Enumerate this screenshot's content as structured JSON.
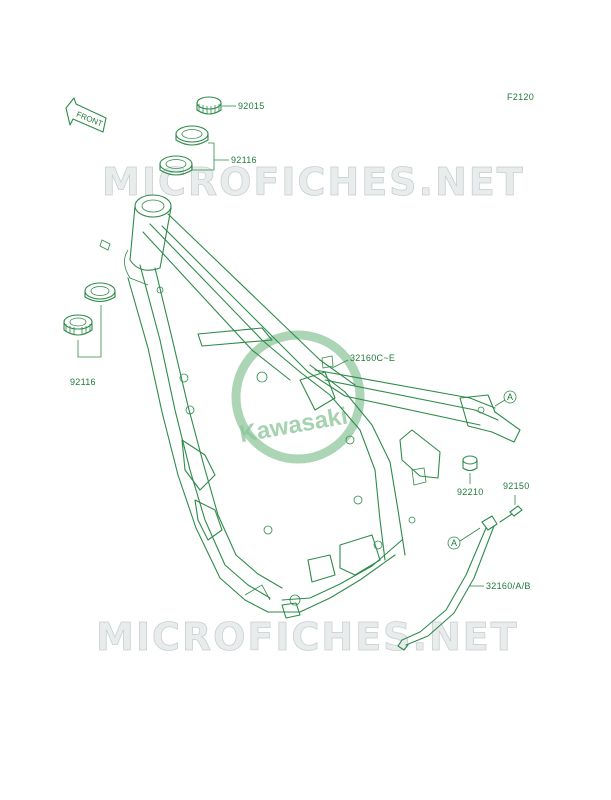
{
  "figure_code": "F2120",
  "front_label": "FRONT",
  "watermark_text": "MICROFICHES.NET",
  "logo_text": "Kawasaki",
  "parts": {
    "p92015": "92015",
    "p92116_top": "92116",
    "p92116_left": "92116",
    "p32160c": "32160C~E",
    "p92210": "92210",
    "p92150": "92150",
    "p32160ab": "32160/A/B",
    "callout_a1": "A",
    "callout_a2": "A"
  },
  "colors": {
    "line": "#2e8b4a",
    "label": "#1f7a3a",
    "watermark": "#c9cfcf",
    "logo": "#8fc79c"
  }
}
